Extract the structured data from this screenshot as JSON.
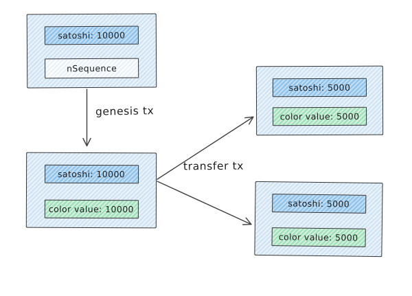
{
  "palette": {
    "background": "#ffffff",
    "stroke": "#333333",
    "arrow": "#404040",
    "text": "#1d1d1d",
    "node_fill": "#cfe3f4",
    "node_fill_light": "#eaf3fa",
    "satoshi_fill": "#8fc2ea",
    "satoshi_fill_light": "#c2def4",
    "nsequence_fill": "#e9f1f9",
    "nsequence_fill_light": "#fbfdfe",
    "color_fill": "#9fdfba",
    "color_fill_light": "#d2f0dd"
  },
  "nodes": {
    "genesis_input": {
      "satoshi": "satoshi: 10000",
      "nsequence": "nSequence"
    },
    "genesis_output": {
      "satoshi": "satoshi: 10000",
      "color_value": "color value: 10000"
    },
    "transfer_output_top": {
      "satoshi": "satoshi: 5000",
      "color_value": "color value: 5000"
    },
    "transfer_output_bottom": {
      "satoshi": "satoshi: 5000",
      "color_value": "color value: 5000"
    }
  },
  "edges": {
    "genesis": {
      "label": "genesis tx"
    },
    "transfer": {
      "label": "transfer tx"
    }
  }
}
